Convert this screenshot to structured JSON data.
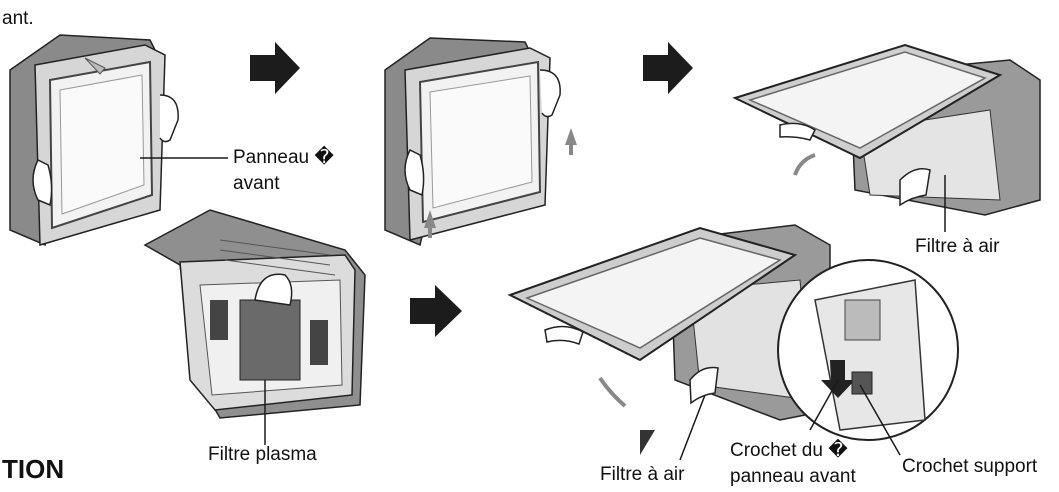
{
  "header": {
    "top_fragment": "ant."
  },
  "footer": {
    "section_fragment": "TION"
  },
  "labels": {
    "front_panel": "Panneau �",
    "front_panel_line2": "avant",
    "air_filter_top": "Filtre à air",
    "plasma_filter": "Filtre plasma",
    "air_filter_bottom": "Filtre à air",
    "front_panel_hook": "Crochet du �",
    "front_panel_hook_line2": "panneau avant",
    "support_hook": "Crochet support"
  },
  "colors": {
    "ink": "#1a1a1a",
    "arrow": "#1c1c1c",
    "panel_light": "#efefef",
    "panel_mid": "#cfcfcf",
    "panel_dark": "#7d7d7d"
  }
}
